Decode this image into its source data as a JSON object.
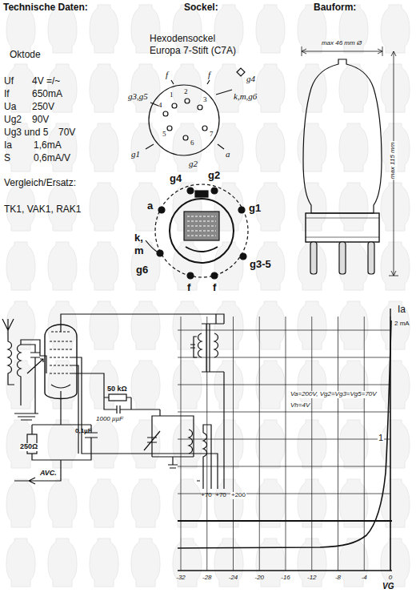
{
  "diagram": {
    "labels": [
      "Technische Daten:",
      "Sockel:",
      "Bauform:",
      "Hexodensockel",
      "Europa 7-Stift (C7A)",
      "Oktode",
      "Uf",
      "4V =/~",
      "If",
      "650mA",
      "Ua",
      "250V",
      "Ug2",
      "90V",
      "Ug3 und 5",
      "70V",
      "Ia",
      "1,6mA",
      "S",
      "0,6mA/V",
      "Vergleich/Ersatz:",
      "TK1, VAK1, RAK1",
      "f",
      "f",
      "g4",
      "g3,g5",
      "k,m,g6",
      "g1",
      "a",
      "g2",
      "1",
      "2",
      "3",
      "4",
      "5",
      "6",
      "7",
      "g4",
      "g2",
      "a",
      "g1",
      "k,",
      "m",
      "g6",
      "f",
      "f",
      "g3-5",
      "max 46 mm Ø",
      "max 115 mm",
      "50 kΩ",
      "1000 µµF",
      "250Ω",
      "0,1µF",
      "AVC.",
      "+70",
      "+70",
      "+200",
      "Ia",
      "2 mA",
      "1",
      "Va=200V, Vg2=Vg3=Vg5=70V",
      "Vh=4V",
      "-32",
      "-28",
      "-24",
      "-20",
      "-16",
      "-12",
      "-8",
      "-4",
      "0",
      "VG"
    ]
  }
}
